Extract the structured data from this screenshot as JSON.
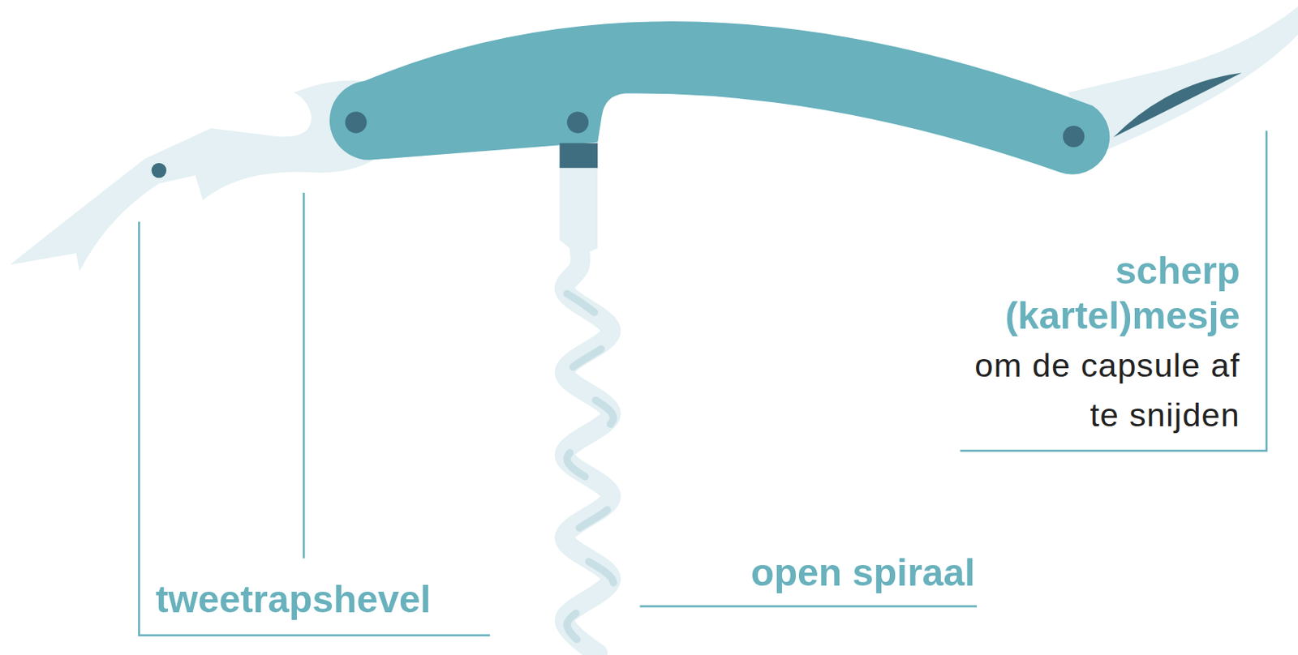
{
  "diagram": {
    "labels": [
      "scherp (kartel)mesje",
      "om de capsule af te snijden",
      "open spiraal",
      "tweetrapshevel"
    ]
  }
}
